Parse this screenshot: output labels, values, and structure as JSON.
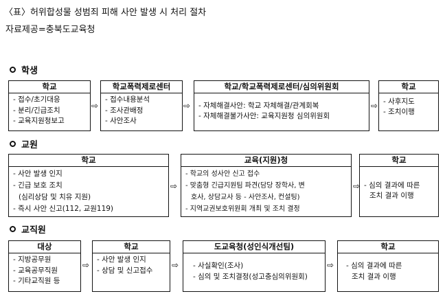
{
  "header": {
    "title": "〈표〉허위합성물 성범죄 피해 사안 발생 시 처리 절차",
    "source": "자료제공=충북도교육청"
  },
  "arrow_glyph": "⇨",
  "sections": [
    {
      "label": "학생",
      "boxes": [
        {
          "title": "학교",
          "lines": [
            "- 접수/초기대응",
            "- 분리/긴급조치",
            "- 교육지원청보고"
          ]
        },
        {
          "title": "학교폭력제로센터",
          "lines": [
            "- 접수내용분석",
            "- 조사관배정",
            "- 사안조사"
          ]
        },
        {
          "title": "학교/학교폭력제로센터/심의위원회",
          "lines": [
            "- 자체해결사안: 학교 자체해결/관계회복",
            "- 자체해결불가사안: 교육지원청 심의위원회"
          ]
        },
        {
          "title": "학교",
          "lines": [
            "- 사후지도",
            "- 조치이행"
          ]
        }
      ]
    },
    {
      "label": "교원",
      "boxes": [
        {
          "title": "학교",
          "lines": [
            "- 사안 발생 인지",
            "- 긴급 보호 조치",
            "(심리상담 및 치유 지원)",
            "- 즉시 사안 신고(112, 교원119)"
          ]
        },
        {
          "title": "교육(지원)청",
          "lines": [
            "- 학교의 성사안 신고 접수",
            "- 맞춤형 긴급지원팀 파견(담당 장학사, 변",
            "호사, 상담교사 등 - 사안조사, 컨설팅)",
            "- 지역교권보호위원회 개최 및 조치 결정"
          ]
        },
        {
          "title": "학교",
          "lines": [
            "- 심의 결과에 따른",
            "조치 결과 이행"
          ]
        }
      ]
    },
    {
      "label": "교직원",
      "boxes": [
        {
          "title": "대상",
          "lines": [
            "- 지방공무원",
            "- 교육공무직원",
            "- 기타교직원 등"
          ]
        },
        {
          "title": "학교",
          "lines": [
            "- 사안 발생 인지",
            "- 상담 및 신고접수"
          ]
        },
        {
          "title": "도교육청(성인식개선팀)",
          "lines": [
            "- 사실확인(조사)",
            "- 심의 및 조치결정(성고충심의위원회)"
          ]
        },
        {
          "title": "학교",
          "lines": [
            "- 심의 결과에 따른",
            "조치 결과 이행"
          ]
        }
      ]
    }
  ]
}
